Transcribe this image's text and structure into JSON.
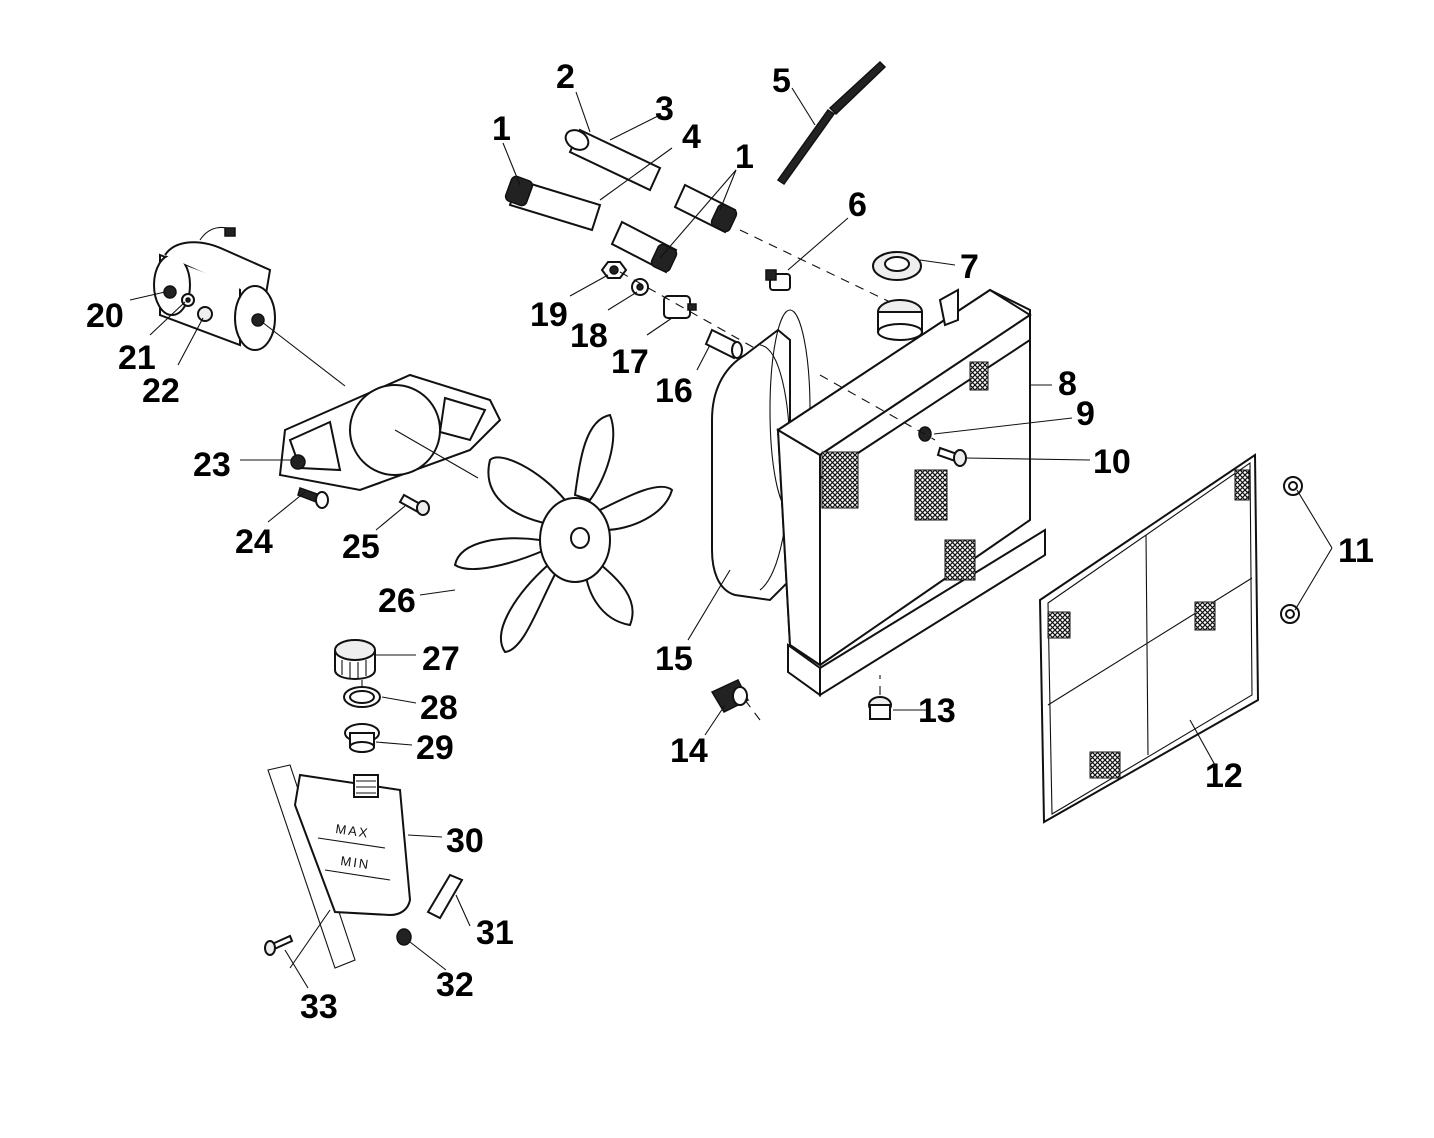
{
  "callouts": {
    "c1a": "1",
    "c1b": "1",
    "c2": "2",
    "c3": "3",
    "c4": "4",
    "c5": "5",
    "c6": "6",
    "c7": "7",
    "c8": "8",
    "c9": "9",
    "c10": "10",
    "c11": "11",
    "c12": "12",
    "c13": "13",
    "c14": "14",
    "c15": "15",
    "c16": "16",
    "c17": "17",
    "c18": "18",
    "c19": "19",
    "c20": "20",
    "c21": "21",
    "c22": "22",
    "c23": "23",
    "c24": "24",
    "c25": "25",
    "c26": "26",
    "c27": "27",
    "c28": "28",
    "c29": "29",
    "c30": "30",
    "c31": "31",
    "c32": "32",
    "c33": "33"
  },
  "tank": {
    "max_label": "MAX",
    "min_label": "MIN"
  }
}
